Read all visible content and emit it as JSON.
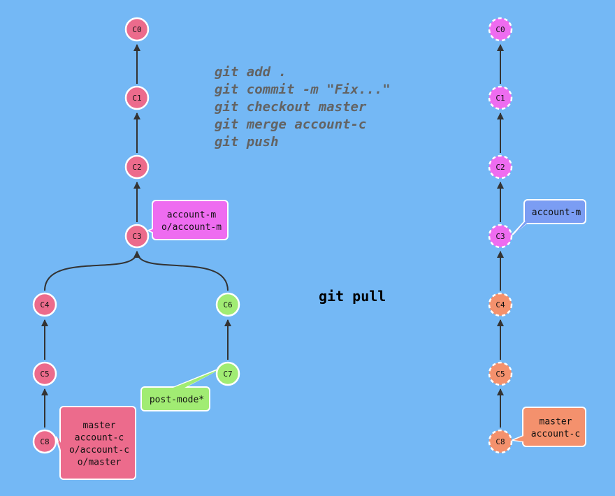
{
  "commands": [
    "git add .",
    "git commit -m \"Fix...\"",
    "git checkout master",
    "git merge account-c",
    "git push"
  ],
  "center_command": "git pull",
  "colors": {
    "background": "#74b8f5",
    "red_commit": "#ec6b8c",
    "green_commit": "#a1ec73",
    "magenta_commit": "#ee6cf0",
    "orange_commit": "#f4916d",
    "blue_tag": "#7b9df3",
    "edge": "#333333"
  },
  "left_graph": {
    "commits": [
      {
        "id": "C0",
        "color": "red"
      },
      {
        "id": "C1",
        "color": "red"
      },
      {
        "id": "C2",
        "color": "red"
      },
      {
        "id": "C3",
        "color": "red"
      },
      {
        "id": "C4",
        "color": "red"
      },
      {
        "id": "C5",
        "color": "red"
      },
      {
        "id": "C8",
        "color": "red"
      },
      {
        "id": "C6",
        "color": "green"
      },
      {
        "id": "C7",
        "color": "green"
      }
    ],
    "tags": [
      {
        "commit": "C3",
        "lines": [
          "account-m",
          "o/account-m"
        ],
        "color": "magenta"
      },
      {
        "commit": "C7",
        "lines": [
          "post-mode*"
        ],
        "color": "green"
      },
      {
        "commit": "C8",
        "lines": [
          "master",
          "account-c",
          "o/account-c",
          "o/master"
        ],
        "color": "red"
      }
    ]
  },
  "right_graph": {
    "commits": [
      {
        "id": "C0",
        "color": "magenta"
      },
      {
        "id": "C1",
        "color": "magenta"
      },
      {
        "id": "C2",
        "color": "magenta"
      },
      {
        "id": "C3",
        "color": "magenta"
      },
      {
        "id": "C4",
        "color": "orange"
      },
      {
        "id": "C5",
        "color": "orange"
      },
      {
        "id": "C8",
        "color": "orange"
      }
    ],
    "tags": [
      {
        "commit": "C3",
        "lines": [
          "account-m"
        ],
        "color": "blue"
      },
      {
        "commit": "C8",
        "lines": [
          "master",
          "account-c"
        ],
        "color": "orange"
      }
    ]
  }
}
